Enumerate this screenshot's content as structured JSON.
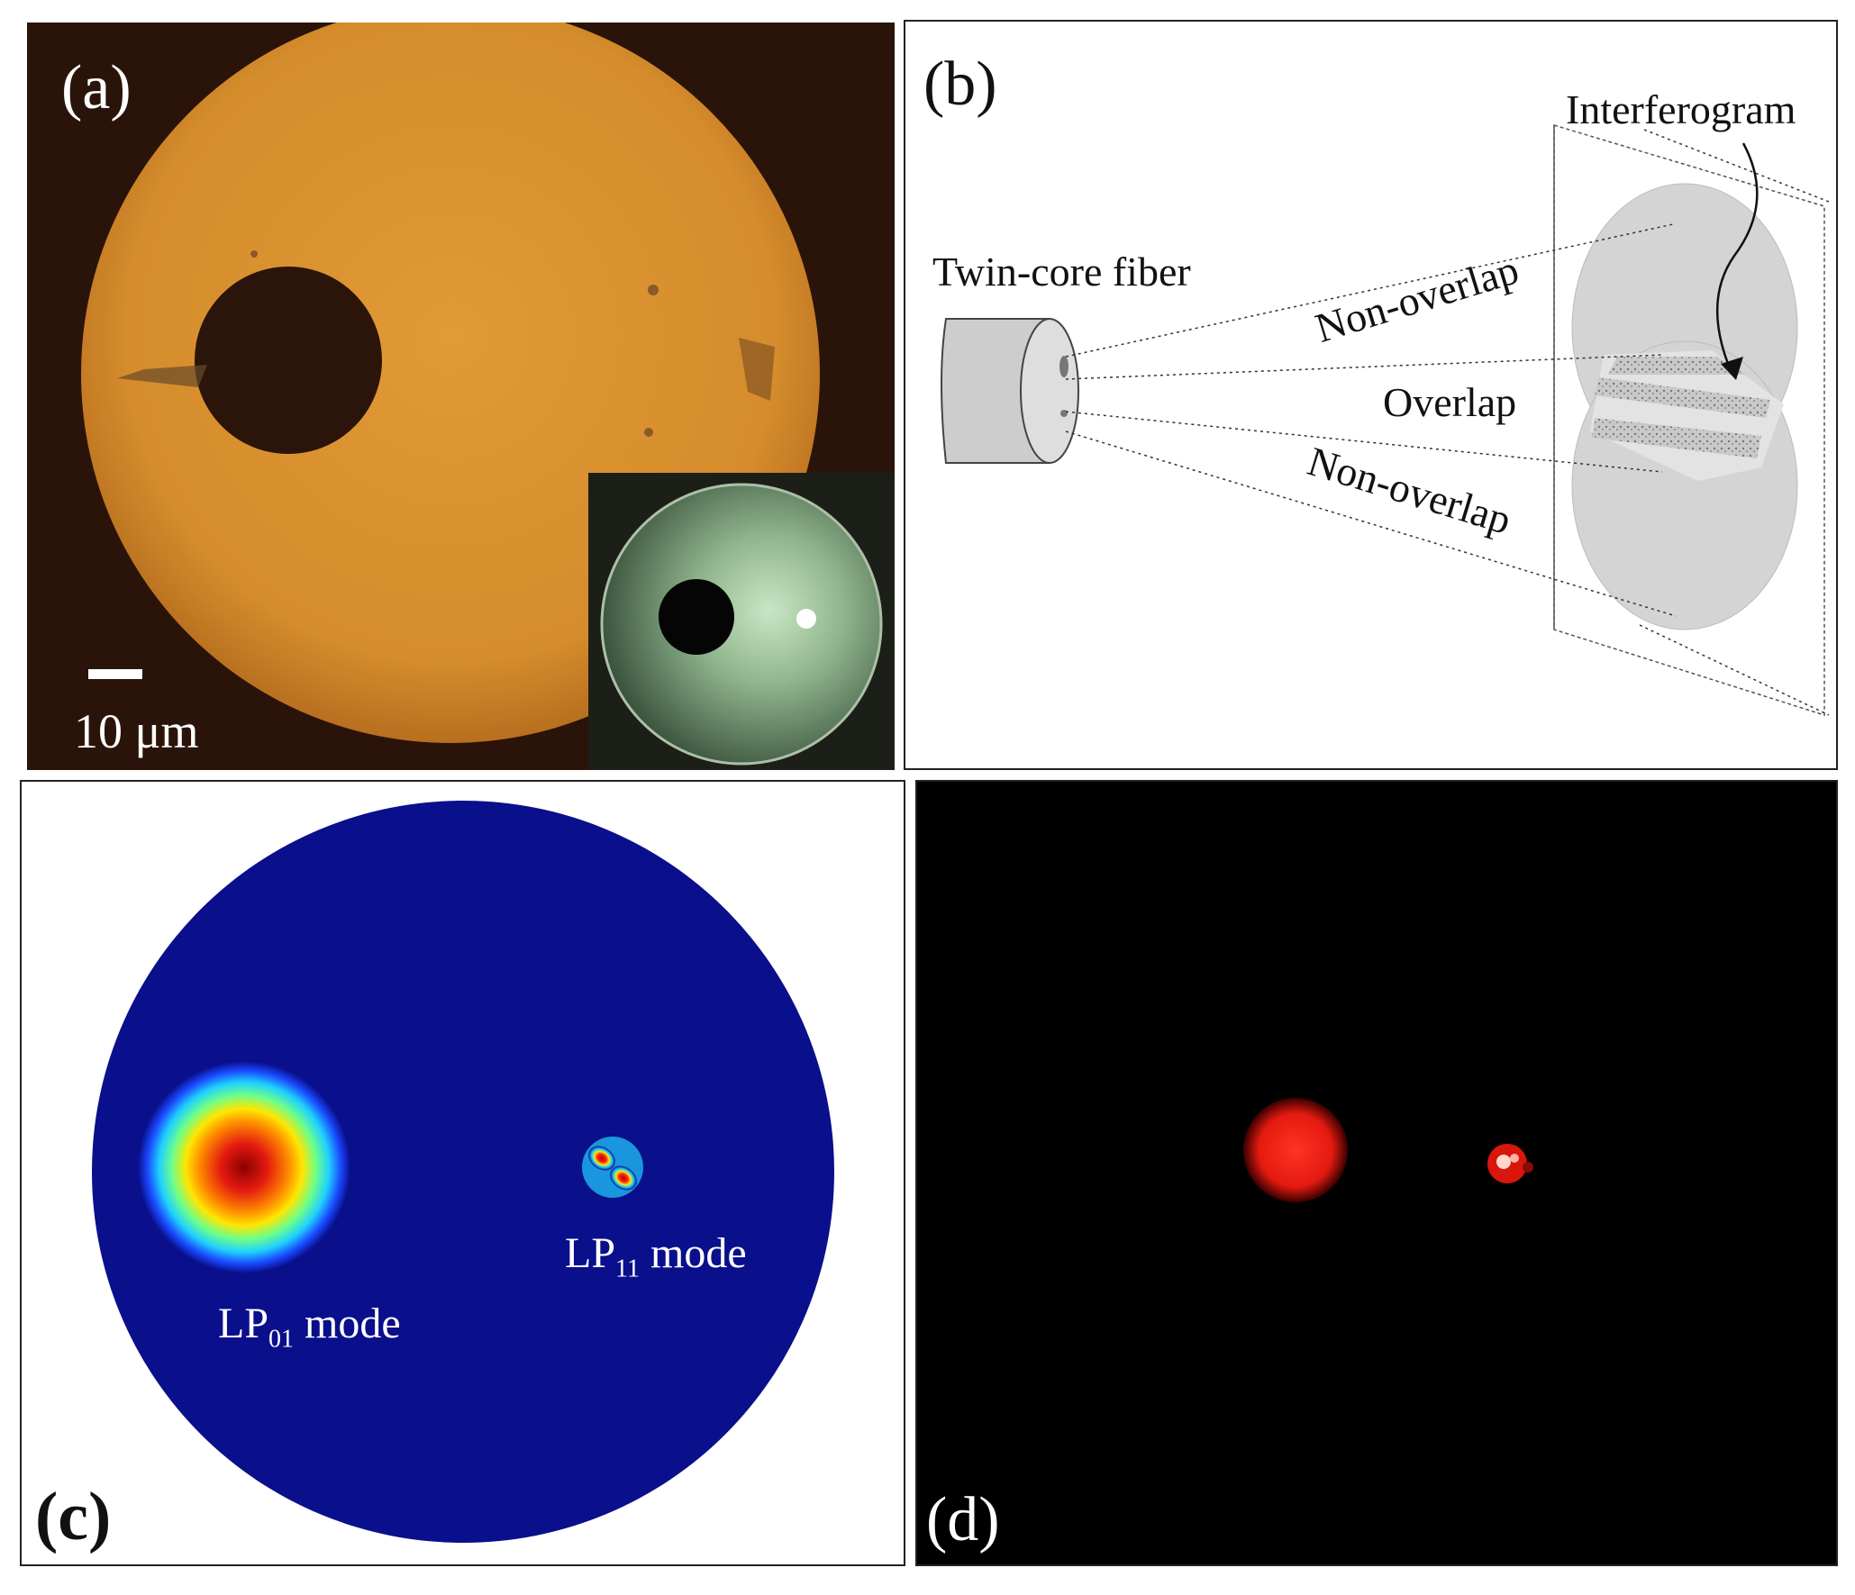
{
  "panels": {
    "a": {
      "label": "(a)",
      "scale_bar_text": "10 μm"
    },
    "b": {
      "label": "(b)",
      "fiber_label": "Twin-core fiber",
      "non_overlap_top": "Non-overlap",
      "overlap": "Overlap",
      "non_overlap_bottom": "Non-overlap",
      "interferogram": "Interferogram"
    },
    "c": {
      "label": "(c)",
      "lp01": {
        "main": "LP",
        "sub": "01",
        "rest": " mode"
      },
      "lp11": {
        "main": "LP",
        "sub": "11",
        "rest": " mode"
      }
    },
    "d": {
      "label": "(d)"
    }
  },
  "colors": {
    "panel_a_background": "#2a1409",
    "cladding_orange": "#d9912f",
    "hole_dark": "#2b140a",
    "panel_c_background": "#0a0f8c",
    "mode_red": "#e41a10",
    "panel_d_background": "#000000"
  }
}
